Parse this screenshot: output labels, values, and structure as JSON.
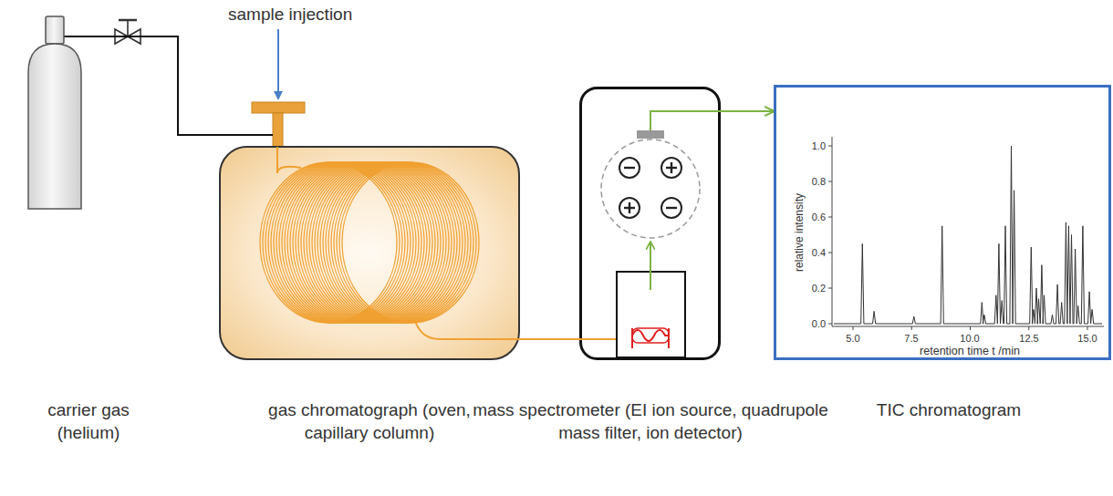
{
  "diagram": {
    "nodes": [
      {
        "text": [
          "carrier gas (helium)"
        ]
      },
      {
        "text": [
          "gas chromatograph (oven, capillary column)"
        ]
      },
      {
        "text": [
          "mass spectrometer (EI ion source, quadrupole mass filter, ion detector)"
        ]
      },
      {
        "text": [
          "TIC chromatogram"
        ]
      }
    ],
    "edges": [
      {
        "from": 0,
        "to": 1,
        "arrow": "none"
      },
      {
        "from": 1,
        "to": 2,
        "arrow": "none"
      },
      {
        "from": 2,
        "to": 3,
        "arrow": "to"
      }
    ],
    "labels": [
      "sample injection",
      "1.0",
      "0.8",
      "0.6",
      "0.4",
      "0.2",
      "0.0",
      "5.0",
      "7.5",
      "10.0",
      "12.5",
      "15.0",
      "relative intensity",
      "retention time t /min"
    ]
  }
}
